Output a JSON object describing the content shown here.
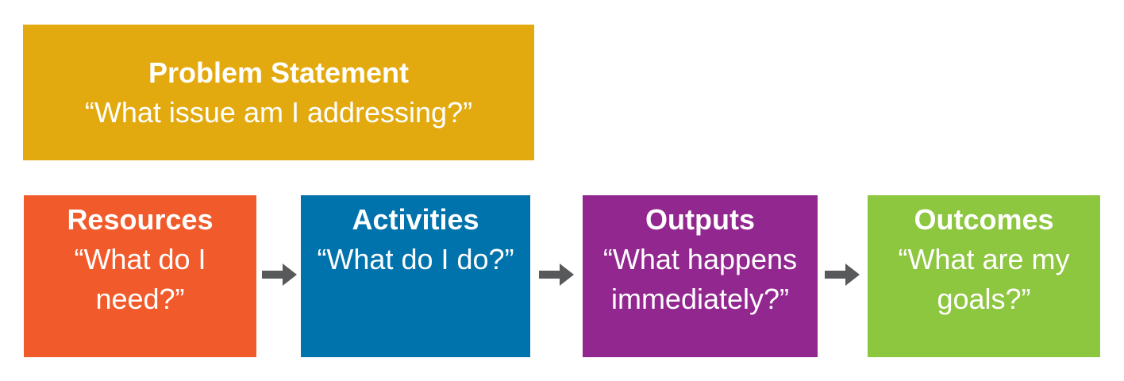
{
  "diagram": {
    "background": "#FFFFFF",
    "text_color": "#FFFFFF",
    "arrow_color": "#58595B",
    "arrow_icon": "right-block-arrow",
    "problem": {
      "label": "Problem Statement",
      "question": "“What issue am I addressing?”",
      "color": "#E3AA0F"
    },
    "steps": [
      {
        "label": "Resources",
        "question": "“What do I need?”",
        "color": "#F15B2B"
      },
      {
        "label": "Activities",
        "question": "“What do I do?”",
        "color": "#0072AC"
      },
      {
        "label": "Outputs",
        "question": "“What happens immediately?”",
        "color": "#92278F"
      },
      {
        "label": "Outcomes",
        "question": "“What are my goals?”",
        "color": "#8DC63F"
      }
    ]
  }
}
